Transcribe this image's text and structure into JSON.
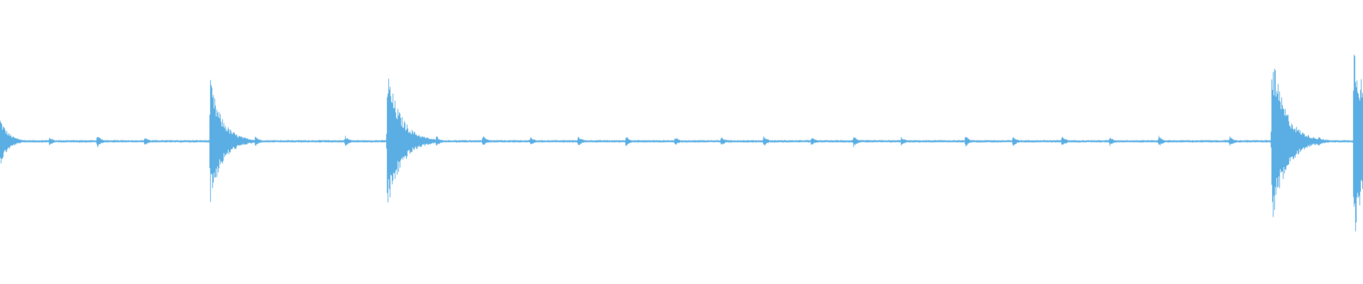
{
  "waveform": {
    "color": "#5aaee3",
    "background": "#ffffff",
    "baseline_amplitude": 0.01,
    "events": [
      {
        "t": 0.0,
        "amp": 0.2,
        "decay": 0.006
      },
      {
        "t": 0.036,
        "amp": 0.04,
        "decay": 0.003
      },
      {
        "t": 0.071,
        "amp": 0.06,
        "decay": 0.003
      },
      {
        "t": 0.106,
        "amp": 0.04,
        "decay": 0.003
      },
      {
        "t": 0.154,
        "amp": 0.52,
        "decay": 0.009
      },
      {
        "t": 0.17,
        "amp": 0.05,
        "decay": 0.003
      },
      {
        "t": 0.187,
        "amp": 0.05,
        "decay": 0.003
      },
      {
        "t": 0.253,
        "amp": 0.05,
        "decay": 0.003
      },
      {
        "t": 0.284,
        "amp": 0.6,
        "decay": 0.01
      },
      {
        "t": 0.32,
        "amp": 0.05,
        "decay": 0.003
      },
      {
        "t": 0.354,
        "amp": 0.05,
        "decay": 0.003
      },
      {
        "t": 0.389,
        "amp": 0.04,
        "decay": 0.003
      },
      {
        "t": 0.424,
        "amp": 0.05,
        "decay": 0.003
      },
      {
        "t": 0.459,
        "amp": 0.05,
        "decay": 0.003
      },
      {
        "t": 0.495,
        "amp": 0.04,
        "decay": 0.003
      },
      {
        "t": 0.529,
        "amp": 0.04,
        "decay": 0.003
      },
      {
        "t": 0.56,
        "amp": 0.05,
        "decay": 0.003
      },
      {
        "t": 0.595,
        "amp": 0.04,
        "decay": 0.003
      },
      {
        "t": 0.626,
        "amp": 0.05,
        "decay": 0.003
      },
      {
        "t": 0.661,
        "amp": 0.04,
        "decay": 0.003
      },
      {
        "t": 0.708,
        "amp": 0.05,
        "decay": 0.003
      },
      {
        "t": 0.743,
        "amp": 0.05,
        "decay": 0.003
      },
      {
        "t": 0.779,
        "amp": 0.05,
        "decay": 0.003
      },
      {
        "t": 0.814,
        "amp": 0.04,
        "decay": 0.003
      },
      {
        "t": 0.85,
        "amp": 0.05,
        "decay": 0.003
      },
      {
        "t": 0.902,
        "amp": 0.05,
        "decay": 0.003
      },
      {
        "t": 0.933,
        "amp": 0.75,
        "decay": 0.01
      },
      {
        "t": 0.95,
        "amp": 0.05,
        "decay": 0.003
      },
      {
        "t": 0.967,
        "amp": 0.05,
        "decay": 0.003
      },
      {
        "t": 0.993,
        "amp": 0.85,
        "decay": 0.012
      }
    ]
  }
}
